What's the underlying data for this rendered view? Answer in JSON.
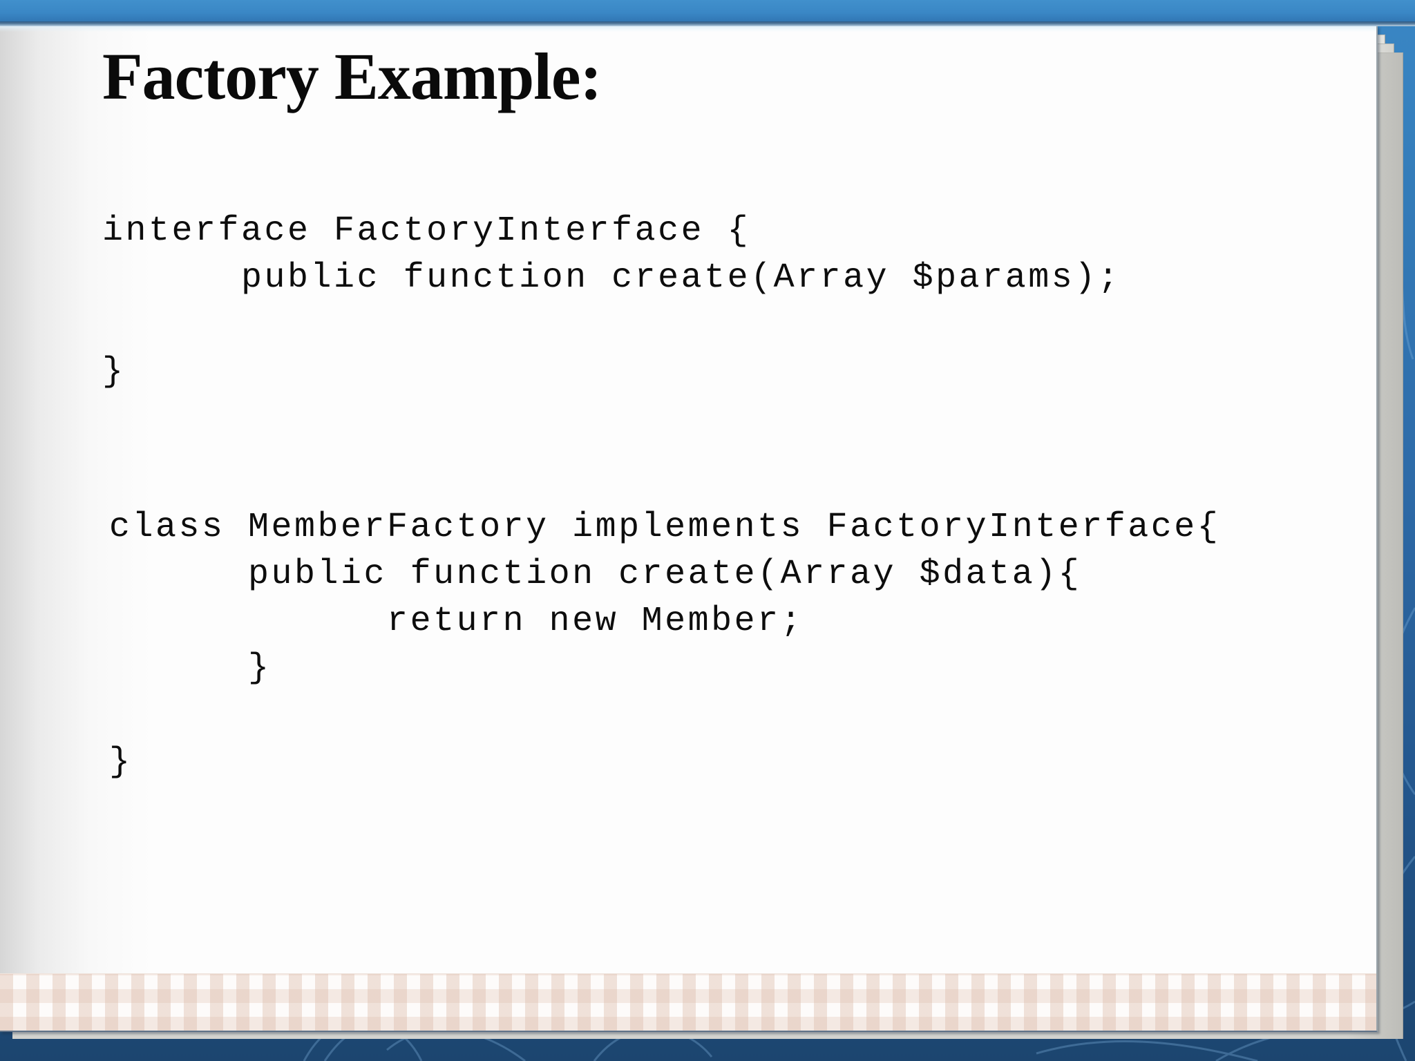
{
  "slide": {
    "title": "Factory Example:",
    "code_blocks": [
      {
        "language": "php",
        "text": "interface FactoryInterface {\n      public function create(Array $params);\n\n}"
      },
      {
        "language": "php",
        "text": "class MemberFactory implements FactoryInterface{\n      public function create(Array $data){\n            return new Member;\n      }\n\n}"
      }
    ]
  },
  "theme": {
    "top_bar_blue": "#3a87c5",
    "background_blue_top": "#3a87c5",
    "background_blue_bottom": "#1c456f",
    "page_color": "#fdfdfd",
    "gingham_tint": "#dbbaa8",
    "text_color": "#0d0d0d"
  }
}
